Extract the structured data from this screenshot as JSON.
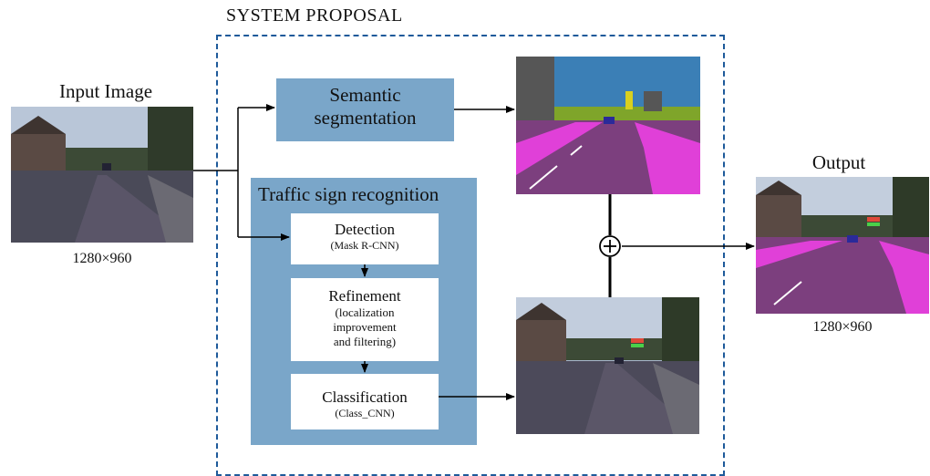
{
  "system": {
    "title": "SYSTEM PROPOSAL"
  },
  "input": {
    "label": "Input Image",
    "resolution": "1280×960"
  },
  "semantic": {
    "label_line1": "Semantic",
    "label_line2": "segmentation"
  },
  "tsr": {
    "title": "Traffic sign recognition",
    "detection": {
      "title": "Detection",
      "subtitle": "(Mask R-CNN)"
    },
    "refinement": {
      "title": "Refinement",
      "line1": "(localization",
      "line2": "improvement",
      "line3": "and filtering)"
    },
    "classification": {
      "title": "Classification",
      "subtitle": "(Class_CNN)"
    }
  },
  "output": {
    "label": "Output",
    "resolution": "1280×960"
  },
  "colors": {
    "dashed_border": "#1e5a9a",
    "block_fill": "#7aa6c9",
    "road_segment": "#7c3f7e",
    "sidewalk_segment": "#e040d8",
    "vegetation_segment": "#7fa52a",
    "sky_segment": "#3b7fb6"
  },
  "icons": [
    "plus-circle-icon"
  ]
}
